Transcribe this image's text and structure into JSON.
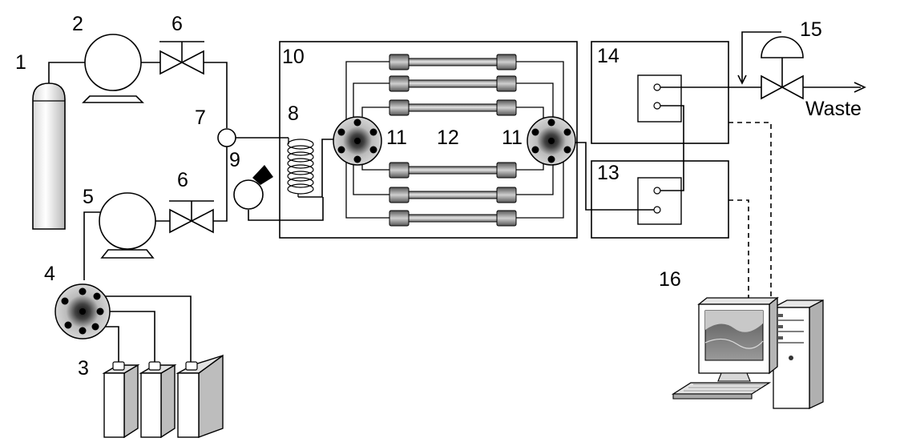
{
  "diagram": {
    "labels": {
      "n1": "1",
      "n2": "2",
      "n3": "3",
      "n4": "4",
      "n5": "5",
      "n6a": "6",
      "n6b": "6",
      "n7": "7",
      "n8": "8",
      "n9": "9",
      "n10": "10",
      "n11a": "11",
      "n11b": "11",
      "n12": "12",
      "n13": "13",
      "n14": "14",
      "n15": "15",
      "n16": "16",
      "waste": "Waste"
    },
    "colors": {
      "line": "#000000",
      "valve_fill": "#c8c8c8",
      "column_fill": "#a8a8a8",
      "fitting_fill": "#909090",
      "bottle_side": "#bdbdbd",
      "screen_fill": "#707070"
    }
  }
}
